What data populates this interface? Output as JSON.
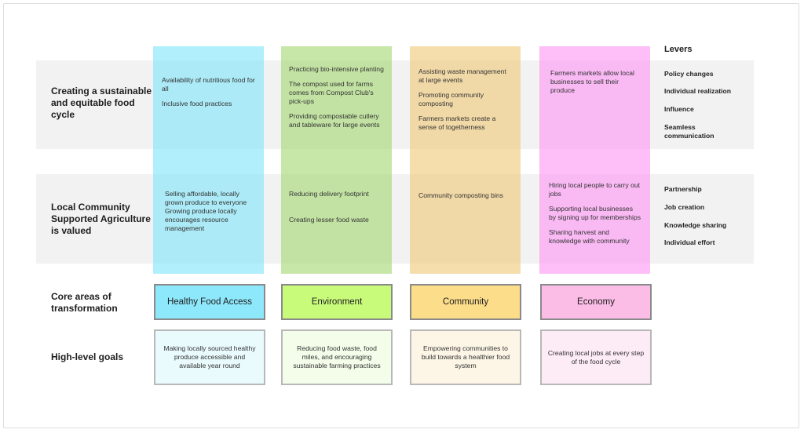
{
  "rows": [
    {
      "label": "Creating a sustainable and equitable food cycle",
      "cells": [
        [
          "Availability of nutritious food for all",
          "Inclusive food practices"
        ],
        [
          "Practicing bio-intensive planting",
          "The compost used for farms comes from Compost Club's pick-ups",
          "Providing compostable cutlery and tableware for large events"
        ],
        [
          "Assisting waste management at large events",
          "Promoting community composting",
          "Farmers markets create a sense of togetherness"
        ],
        [
          "Farmers markets allow local businesses to sell their produce"
        ]
      ]
    },
    {
      "label": "Local Community Supported Agriculture is valued",
      "cells": [
        [
          "Selling affordable, locally grown produce to everyone",
          "Growing produce locally encourages resource management"
        ],
        [
          "Reducing delivery footprint",
          "Creating lesser food waste"
        ],
        [
          "Community composting bins"
        ],
        [
          "Hiring local people to carry out jobs",
          "Supporting local businesses by signing up for memberships",
          "Sharing harvest and knowledge with community"
        ]
      ]
    }
  ],
  "core": {
    "label": "Core areas of transformation",
    "areas": [
      {
        "name": "Healthy Food Access",
        "color": "#8ee8fb",
        "goal_color": "#e9fbfd"
      },
      {
        "name": "Environment",
        "color": "#c9fb7b",
        "goal_color": "#f3fdea"
      },
      {
        "name": "Community",
        "color": "#fcdd8a",
        "goal_color": "#fdf6e6"
      },
      {
        "name": "Economy",
        "color": "#fbbde6",
        "goal_color": "#fdebf6"
      }
    ]
  },
  "goals": {
    "label": "High-level goals",
    "items": [
      "Making locally sourced healthy produce accessible and available year round",
      "Reducing food waste, food miles, and encouraging sustainable farming practices",
      "Empowering communities to build towards a healthier food system",
      "Creating local jobs at every step of the food cycle"
    ]
  },
  "levers": {
    "heading": "Levers",
    "group1": [
      "Policy changes",
      "Individual realization",
      "Influence",
      "Seamless communication"
    ],
    "group2": [
      "Partnership",
      "Job creation",
      "Knowledge sharing",
      "Individual effort"
    ]
  }
}
